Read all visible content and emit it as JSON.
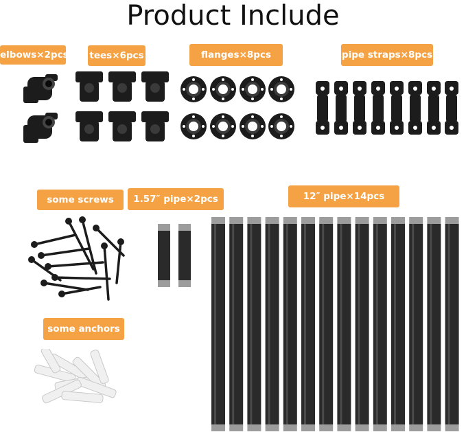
{
  "title": "Product Include",
  "labels": {
    "elbows": "elbows×2pcs",
    "tees": "tees×6pcs",
    "flanges": "flanges×8pcs",
    "straps": "pipe straps×8pcs",
    "screws": "some screws",
    "short_pipe": "1.57″ pipe×2pcs",
    "long_pipe": "12″ pipe×14pcs",
    "anchors": "some anchors"
  },
  "colors": {
    "label_bg": "#f5a244",
    "label_text": "#ffffff",
    "metal": "#1c1c1c",
    "anchor": "#f0f0f0"
  },
  "counts": {
    "elbows": 2,
    "tees": 6,
    "flanges": 8,
    "straps": 8,
    "short_pipes": 2,
    "long_pipes": 14
  }
}
